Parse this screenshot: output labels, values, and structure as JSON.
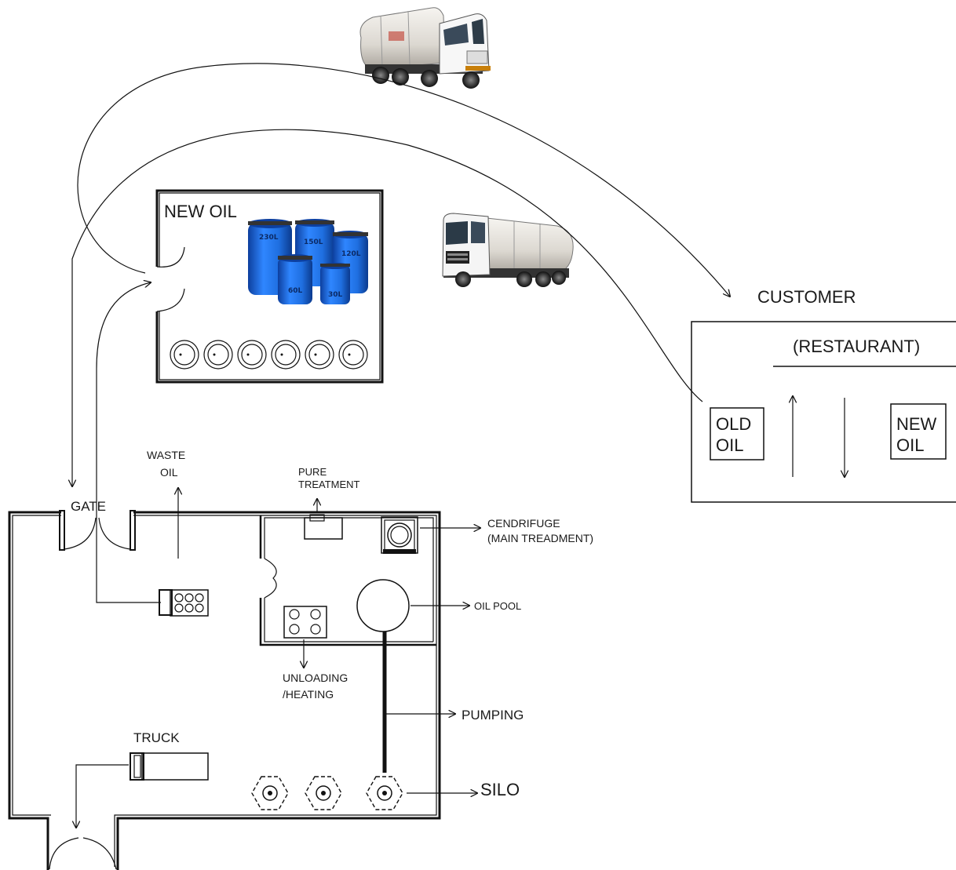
{
  "labels": {
    "new_oil_store": "NEW OIL",
    "customer": "CUSTOMER",
    "restaurant": "(RESTAURANT)",
    "old_oil_line1": "OLD",
    "old_oil_line2": "OIL",
    "new_oil_line1": "NEW",
    "new_oil_line2": "OIL",
    "waste_line1": "WASTE",
    "waste_line2": "OIL",
    "pure_line1": "PURE",
    "pure_line2": "TREATMENT",
    "gate": "GATE",
    "centrifuge_line1": "CENDRIFUGE",
    "centrifuge_line2": "(MAIN TREADMENT)",
    "oil_pool": "OIL POOL",
    "unloading_line1": "UNLOADING",
    "unloading_line2": "/HEATING",
    "pumping": "PUMPING",
    "truck": "TRUCK",
    "silo": "SILO"
  },
  "barrels": [
    "230L",
    "150L",
    "120L",
    "60L",
    "30L"
  ],
  "colors": {
    "line": "#111111",
    "barrel_blue": "#1f6fe0",
    "barrel_dark": "#0d3f9e",
    "truck_cab_white": "#f4f4f4",
    "truck_tank": "#e9e6e1",
    "truck_dark": "#222222"
  }
}
